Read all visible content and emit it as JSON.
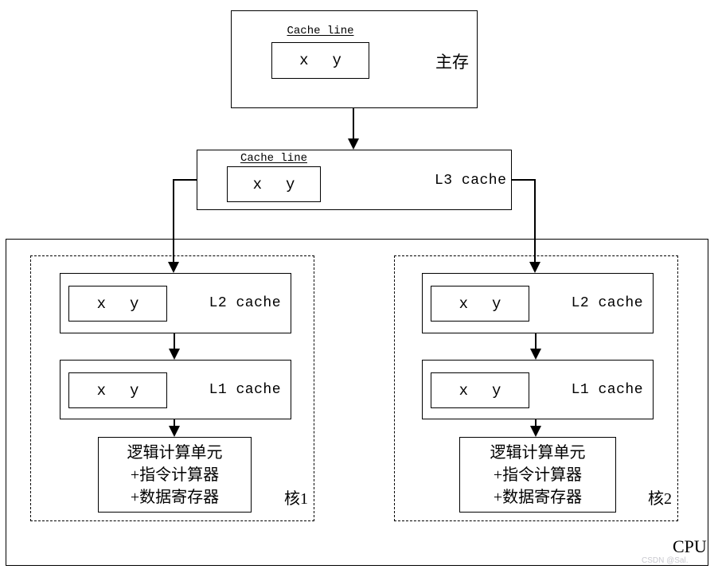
{
  "colors": {
    "line": "#000000",
    "background": "#ffffff",
    "watermark": "#c9c9cf"
  },
  "main_memory": {
    "cache_line_label": "Cache line",
    "cell_x": "x",
    "cell_y": "y",
    "label": "主存"
  },
  "l3_cache": {
    "cache_line_label": "Cache line",
    "cell_x": "x",
    "cell_y": "y",
    "label": "L3 cache"
  },
  "cores": [
    {
      "label": "核1",
      "l2": {
        "label": "L2 cache",
        "cell_x": "x",
        "cell_y": "y"
      },
      "l1": {
        "label": "L1 cache",
        "cell_x": "x",
        "cell_y": "y"
      },
      "alu_lines": [
        "逻辑计算单元",
        "+指令计算器",
        "+数据寄存器"
      ]
    },
    {
      "label": "核2",
      "l2": {
        "label": "L2 cache",
        "cell_x": "x",
        "cell_y": "y"
      },
      "l1": {
        "label": "L1 cache",
        "cell_x": "x",
        "cell_y": "y"
      },
      "alu_lines": [
        "逻辑计算单元",
        "+指令计算器",
        "+数据寄存器"
      ]
    }
  ],
  "cpu_label": "CPU",
  "watermark": "CSDN @Sal."
}
